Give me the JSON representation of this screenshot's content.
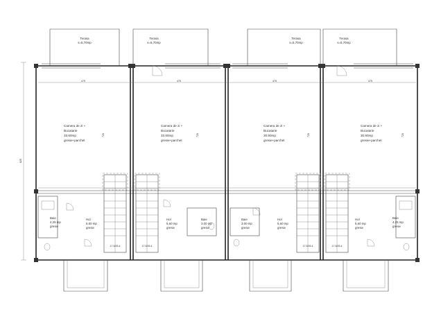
{
  "plan": {
    "overall_height_dim": "825",
    "units": [
      {
        "terrace_name": "Terasa",
        "terrace_area": "s=5,70mp",
        "living_name_1": "Camera de zi +",
        "living_name_2": "Bucatarie",
        "living_area": "33.60mp",
        "living_finish": "gresie+parchet",
        "width_dim": "475",
        "living_height_dim": "725",
        "stair_label": "17.5/26.4",
        "hall_name": "Hol",
        "hall_area": "5.60 mp",
        "hall_finish": "gresie",
        "bath_name": "Baie",
        "bath_area": "4.25 mp",
        "bath_finish": "gresie"
      },
      {
        "terrace_name": "Terasa",
        "terrace_area": "s=5,70mp",
        "living_name_1": "Camera de zi +",
        "living_name_2": "Bucatarie",
        "living_area": "33.60mp",
        "living_finish": "gresie+parchet",
        "width_dim": "475",
        "living_height_dim": "725",
        "stair_label": "17.5/26.4",
        "hall_name": "Hol",
        "hall_area": "5.60 mp",
        "hall_finish": "gresie",
        "bath_name": "Baie",
        "bath_area": "3.00 mp",
        "bath_finish": "gresie"
      },
      {
        "terrace_name": "Terasa",
        "terrace_area": "s=5,70mp",
        "living_name_1": "Camera de zi +",
        "living_name_2": "Bucatarie",
        "living_area": "30.90mp",
        "living_finish": "gresie+parchet",
        "width_dim": "475",
        "living_height_dim": "725",
        "stair_label": "17.5/26.4",
        "hall_name": "Hol",
        "hall_area": "5.60 mp",
        "hall_finish": "gresie",
        "bath_name": "Baie",
        "bath_area": "3.00 mp",
        "bath_finish": "gresie"
      },
      {
        "terrace_name": "Terasa",
        "terrace_area": "s=5,70mp",
        "living_name_1": "Camera de zi +",
        "living_name_2": "Bucatarie",
        "living_area": "30.90mp",
        "living_finish": "gresie+parchet",
        "width_dim": "475",
        "living_height_dim": "725",
        "stair_label": "17.5/26.4",
        "hall_name": "Hol",
        "hall_area": "5.60 mp",
        "hall_finish": "gresie",
        "bath_name": "Baie",
        "bath_area": "4.25 mp",
        "bath_finish": "gresie"
      }
    ]
  }
}
